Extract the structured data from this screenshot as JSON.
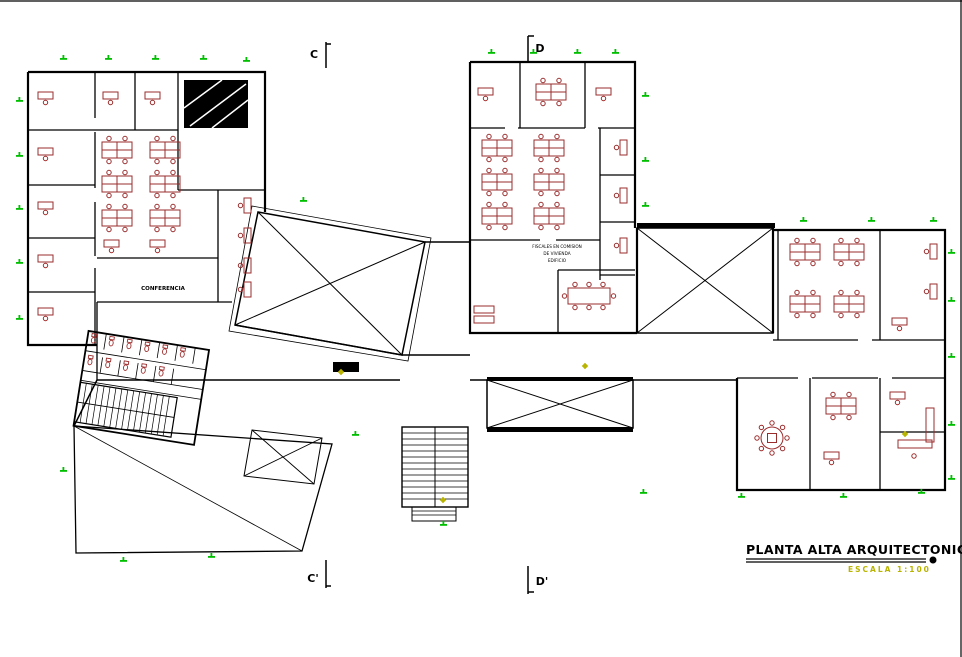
{
  "drawing": {
    "title": "PLANTA ALTA ARQUITECTONICA",
    "scale_label": "ESCALA 1:100"
  },
  "section_markers": {
    "top_left": "C",
    "bottom_left": "C'",
    "top_center": "D",
    "bottom_center": "D'"
  },
  "room_labels": {
    "conference": "CONFERENCIA",
    "center_room_line1": "FISCALES EN COMISION",
    "center_room_line2": "DE VIVIENDA",
    "center_room_line3": "EDIFICIO"
  },
  "colors": {
    "wall": "#000000",
    "furniture": "#9b2c2c",
    "dimension": "#00bf00",
    "accent_yellow": "#b8b400"
  }
}
